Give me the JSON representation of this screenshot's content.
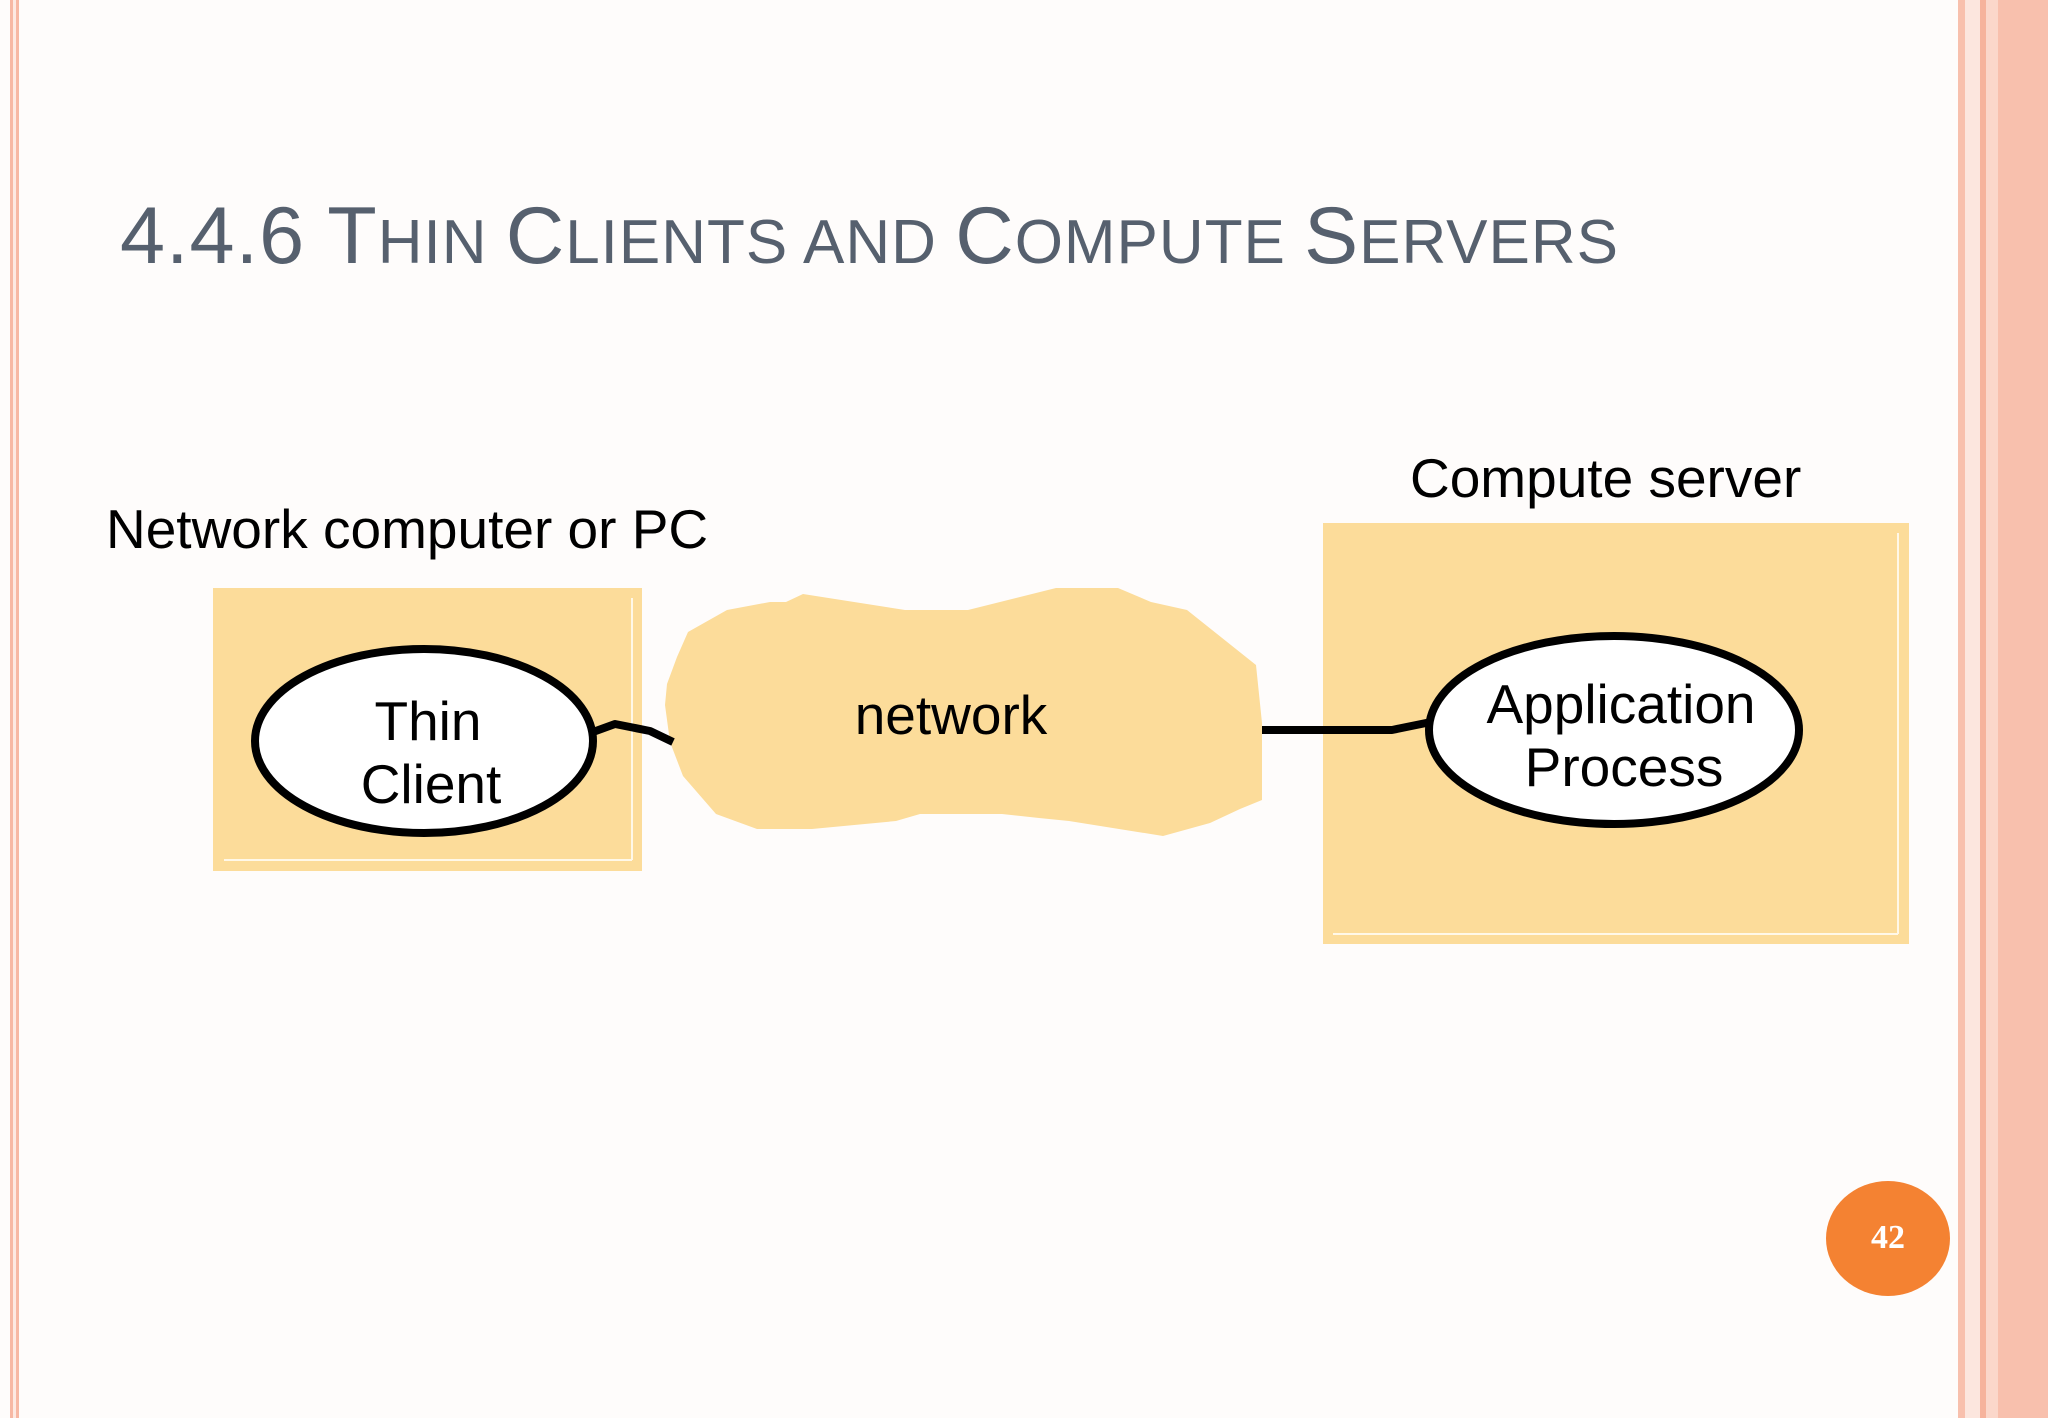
{
  "slide": {
    "title_parts": [
      {
        "text": "4.4.6 T",
        "style": "big"
      },
      {
        "text": "HIN ",
        "style": "sc"
      },
      {
        "text": "C",
        "style": "big"
      },
      {
        "text": "LIENTS AND ",
        "style": "sc"
      },
      {
        "text": "C",
        "style": "big"
      },
      {
        "text": "OMPUTE ",
        "style": "sc"
      },
      {
        "text": "S",
        "style": "big"
      },
      {
        "text": "ERVERS",
        "style": "sc"
      }
    ],
    "page_number": "42"
  },
  "diagram": {
    "client_box_label": "Network computer or PC",
    "client_node_line1": "Thin",
    "client_node_line2": "Client",
    "network_label": "network",
    "server_box_label": "Compute server",
    "server_node_line1": "Application",
    "server_node_line2": "Process"
  },
  "colors": {
    "box_fill": "#fcdc9a",
    "title_color": "#56606e",
    "badge_color": "#f48232"
  }
}
